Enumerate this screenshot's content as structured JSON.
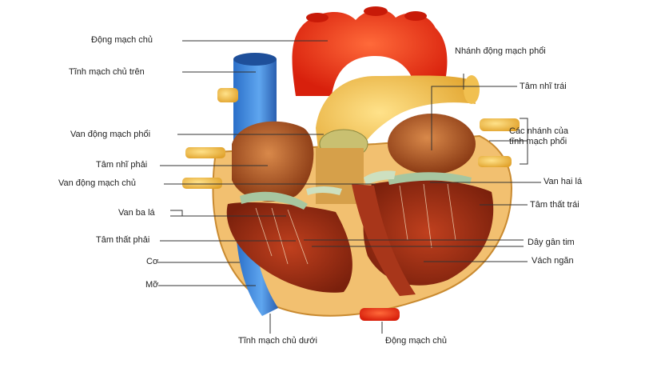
{
  "labels": {
    "aorta_top": "Động mạch chủ",
    "superior_vena_cava": "Tĩnh mạch chủ trên",
    "pulmonary_valve": "Van động mạch phổi",
    "right_atrium": "Tâm nhĩ phải",
    "aortic_valve": "Van động mạch chủ",
    "tricuspid_valve": "Van ba lá",
    "right_ventricle": "Tâm thất phải",
    "muscle": "Cơ",
    "fat": "Mỡ",
    "inferior_vena_cava": "Tĩnh mạch chủ dưới",
    "aorta_bottom": "Động mạch chủ",
    "pulmonary_artery_branch": "Nhánh động mạch phổi",
    "left_atrium": "Tâm nhĩ trái",
    "pulmonary_veins_line1": "Các nhánh của",
    "pulmonary_veins_line2": "tĩnh mạch phổi",
    "mitral_valve": "Van hai lá",
    "left_ventricle": "Tâm thất trái",
    "chordae_tendineae": "Dây gân tim",
    "septum": "Vách ngăn"
  }
}
